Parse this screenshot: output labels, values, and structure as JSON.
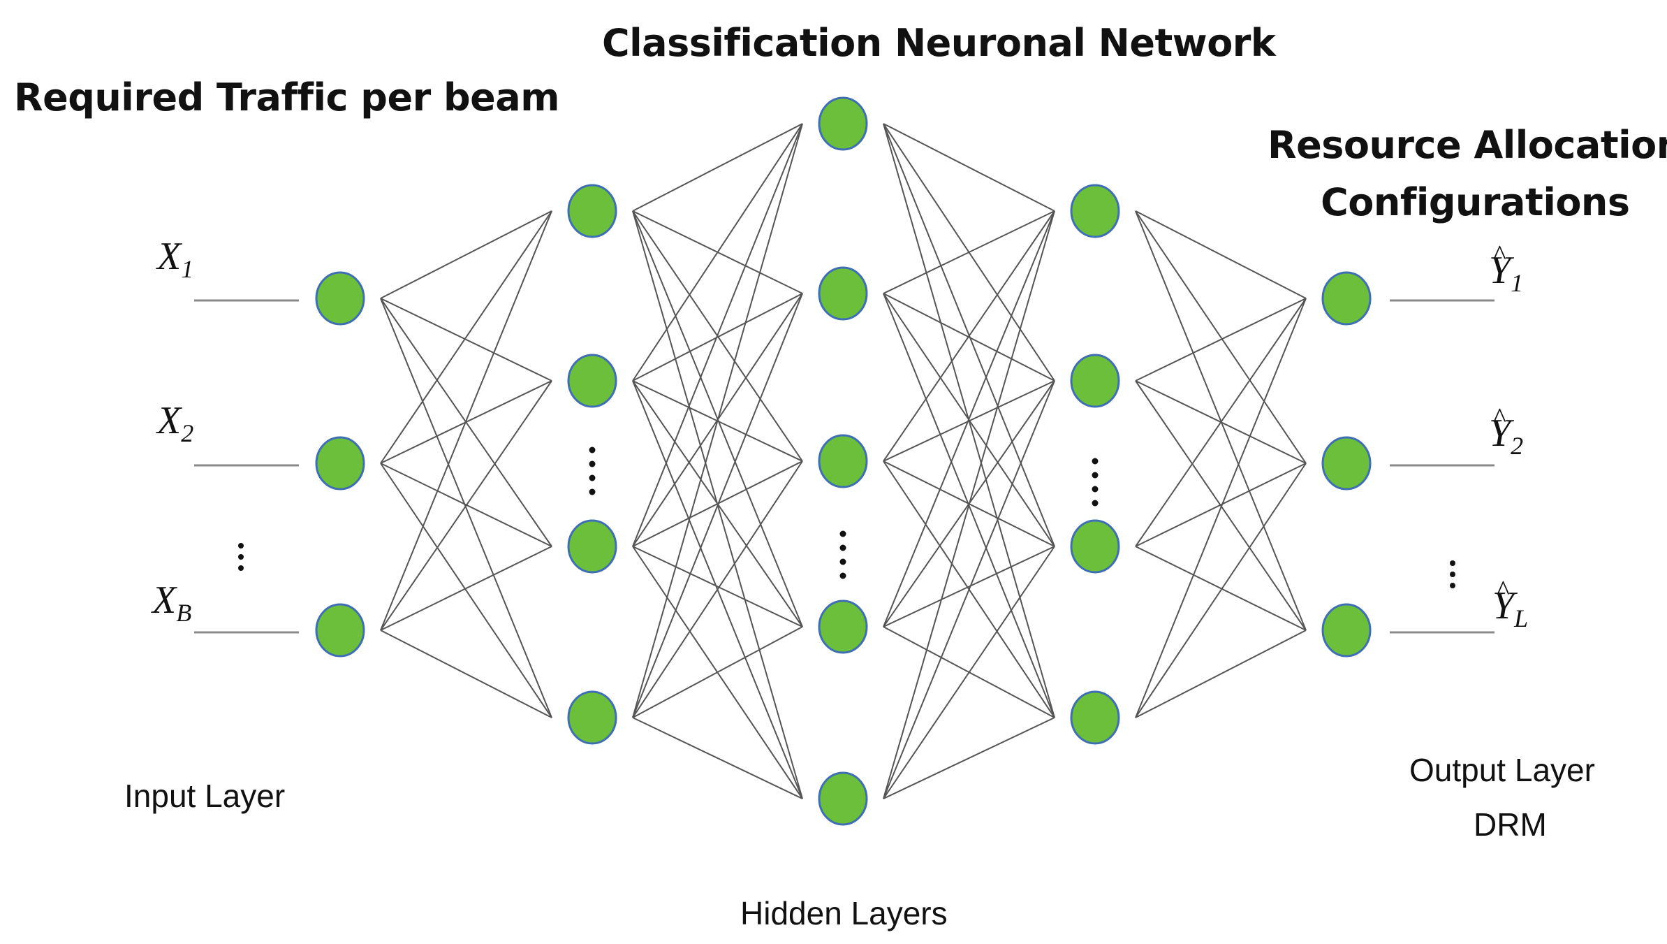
{
  "title": "Classification Neuronal Network",
  "input_heading": "Required Traffic per beam",
  "output_heading": {
    "line1": "Resource Allocation",
    "line2": "Configurations"
  },
  "input_labels": [
    {
      "var": "X",
      "sub": "1"
    },
    {
      "var": "X",
      "sub": "2"
    },
    {
      "var": "X",
      "sub": "B"
    }
  ],
  "output_labels": [
    {
      "var": "Y",
      "hat": "^",
      "sub": "1"
    },
    {
      "var": "Y",
      "hat": "^",
      "sub": "2"
    },
    {
      "var": "Y",
      "hat": "^",
      "sub": "L"
    }
  ],
  "ellipsis": "⋮",
  "input_layer_label": "Input Layer",
  "hidden_layers_label": "Hidden Layers",
  "output_layer_label": {
    "line1": "Output Layer",
    "line2": "DRM"
  },
  "colors": {
    "node_fill": "#6cbf3a",
    "node_outline": "#3f6fb3",
    "edge": "#555555",
    "io_line": "#8a8a8a",
    "text": "#111111"
  }
}
